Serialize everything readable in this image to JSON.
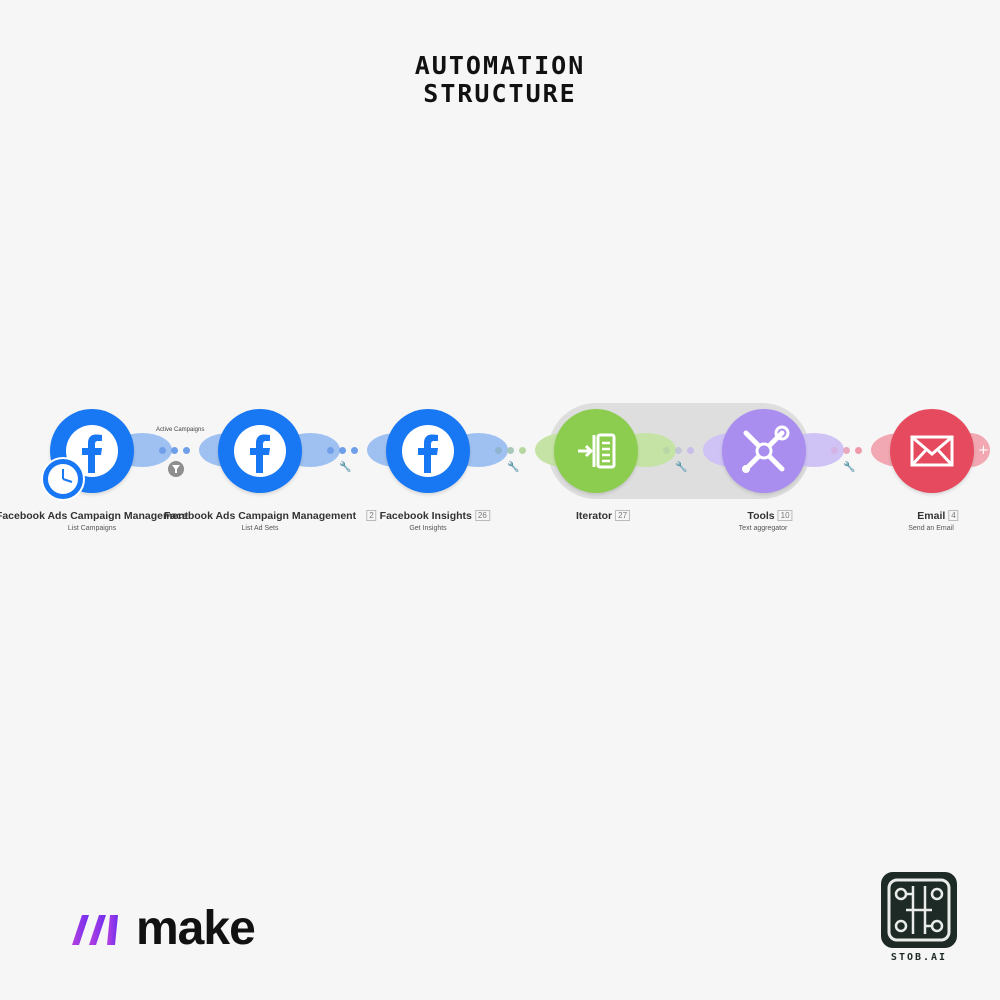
{
  "header": {
    "title_line1": "AUTOMATION",
    "title_line2": "STRUCTURE"
  },
  "scenario": {
    "filter_label": "Active Campaigns",
    "modules": [
      {
        "name": "Facebook Ads Campaign Management",
        "subtitle": "List Campaigns",
        "badge": "",
        "icon": "facebook-icon",
        "color": "#1877f2"
      },
      {
        "name": "Facebook Ads Campaign Management",
        "subtitle": "List Ad Sets",
        "badge": "",
        "icon": "facebook-icon",
        "color": "#1877f2"
      },
      {
        "name": "Facebook Insights",
        "subtitle": "Get Insights",
        "badge": "26",
        "prefix_badge": "2",
        "icon": "facebook-icon",
        "color": "#1877f2"
      },
      {
        "name": "Iterator",
        "subtitle": "",
        "badge": "27",
        "icon": "iterator-icon",
        "color": "#8ccd4f"
      },
      {
        "name": "Tools",
        "subtitle": "Text aggregator",
        "badge": "10",
        "icon": "tools-icon",
        "color": "#a98ef0"
      },
      {
        "name": "Email",
        "subtitle": "Send an Email",
        "badge": "4",
        "icon": "envelope-icon",
        "color": "#e64a5f"
      }
    ]
  },
  "branding": {
    "make": "make",
    "stob": "STOB.AI"
  }
}
